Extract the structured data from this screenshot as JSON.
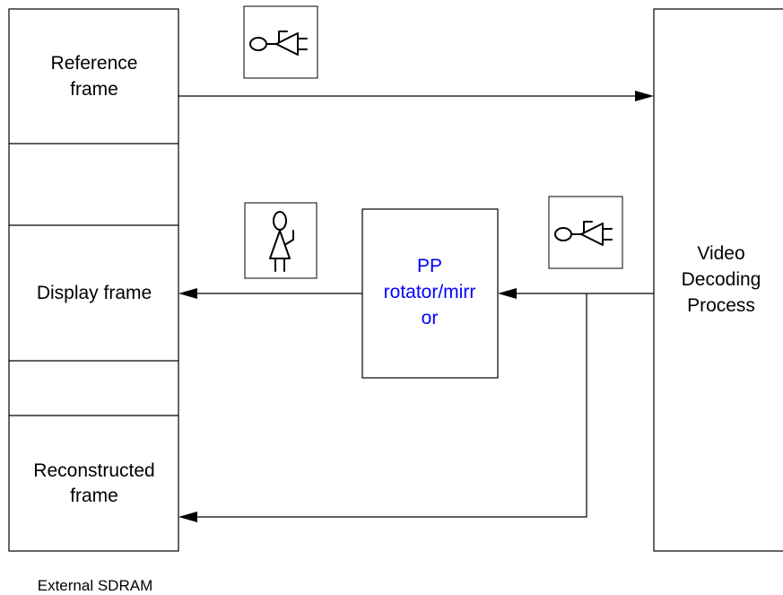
{
  "sdram": {
    "reference_line1": "Reference",
    "reference_line2": "frame",
    "display": "Display frame",
    "reconstructed_line1": "Reconstructed",
    "reconstructed_line2": "frame",
    "caption": "External SDRAM"
  },
  "rotator": {
    "line1": "PP",
    "line2": "rotator/mirr",
    "line3": "or"
  },
  "video": {
    "line1": "Video",
    "line2": "Decoding",
    "line3": "Process"
  },
  "icons": {
    "reference_icon": "fish-glyph-icon",
    "rotated_icon": "rotated-person-icon",
    "input_icon": "fish-glyph-icon"
  },
  "colors": {
    "rotator_text": "#0000ff",
    "text": "#000000"
  }
}
